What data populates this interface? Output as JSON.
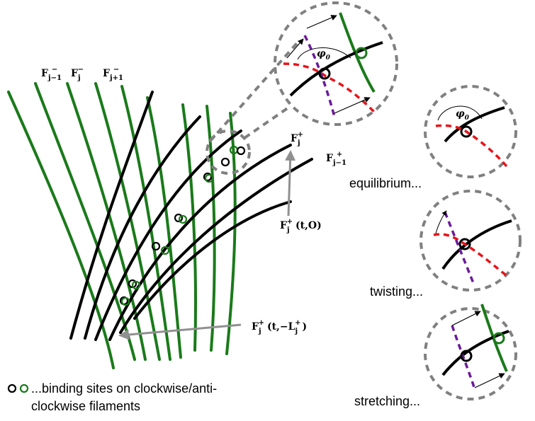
{
  "labels": {
    "f_minus": {
      "base": "F",
      "items": [
        {
          "sub": "j−1",
          "sup": "−"
        },
        {
          "sub": "j",
          "sup": "−"
        },
        {
          "sub": "j+1",
          "sup": "−"
        }
      ]
    },
    "f_plus_j": {
      "base": "F",
      "sub": "j",
      "sup": "+"
    },
    "f_plus_jm1": {
      "base": "F",
      "sub": "j−1",
      "sup": "+"
    },
    "f_plus_t_o": {
      "base": "F",
      "sub": "j",
      "sup": "+",
      "args": "(t,O)"
    },
    "f_plus_t_L": {
      "base": "F",
      "sub": "j",
      "sup": "+",
      "args_pre": "(t,−L",
      "args_sub": "j",
      "args_sup": "+",
      "args_post": ")"
    },
    "phi_zoom": {
      "base": "φ",
      "sub": "0"
    },
    "phi_equilibrium": {
      "base": "φ",
      "sub": "0"
    },
    "equilibrium": "equilibrium...",
    "twisting": "twisting...",
    "stretching": "stretching...",
    "legend_line1": "...binding sites on clockwise/anti-",
    "legend_line2": "clockwise filaments"
  },
  "colors": {
    "green_filament": "#1a7a1a",
    "black_filament": "#000000",
    "red_dashed": "#e8141a",
    "purple_dashed": "#6a1b9a",
    "gray_dashed": "#808080",
    "pointer_arrow": "#909090"
  }
}
